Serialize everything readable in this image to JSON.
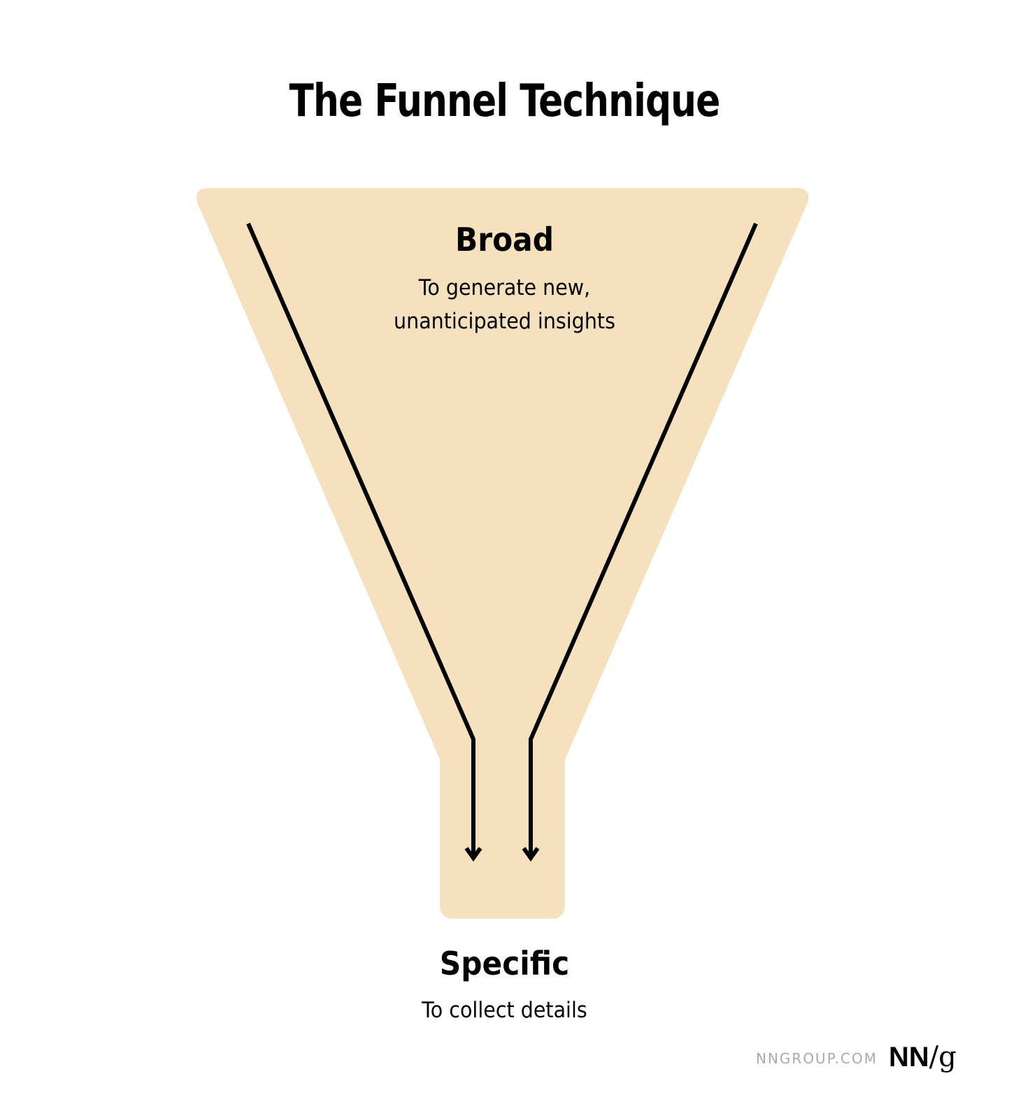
{
  "title": "The Funnel Technique",
  "top": {
    "label": "Broad",
    "description_lines": [
      "To generate new,",
      "unanticipated insights"
    ]
  },
  "bottom": {
    "label": "Specific",
    "description": "To collect details"
  },
  "footer": {
    "site": "NNGROUP.COM",
    "logo": {
      "nn": "NN",
      "slash": "/",
      "g": "g"
    }
  },
  "colors": {
    "funnel": "#f6e1bf",
    "arrows": "#000000",
    "site_text": "#aaaaaa"
  }
}
